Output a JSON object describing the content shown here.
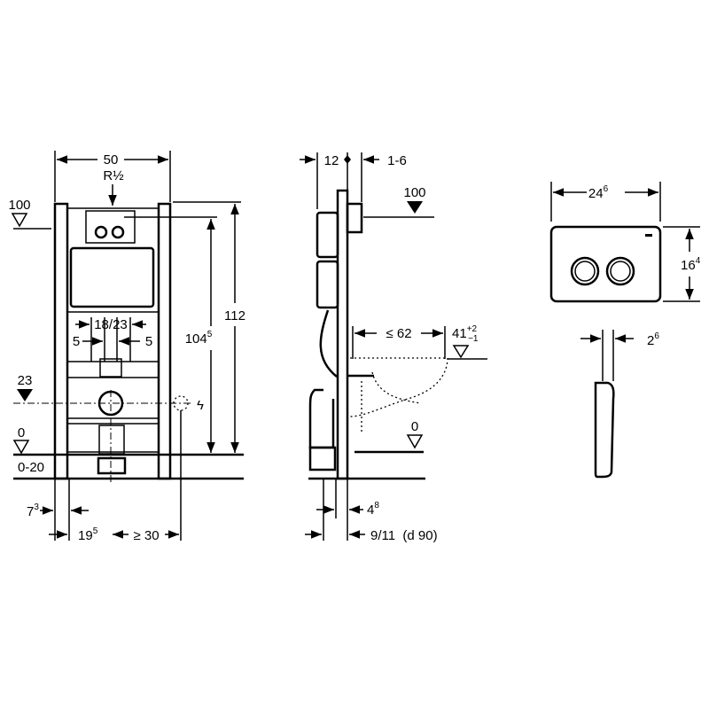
{
  "front_view": {
    "width": "50",
    "thread": "R½",
    "level_top": "100",
    "level_mid": "23",
    "level_floor": "0",
    "floor_range": "0-20",
    "height_inner": "104",
    "height_inner_sup": "5",
    "height_total": "112",
    "drain_spacing": "18/23",
    "side_left": "5",
    "side_right": "5",
    "foot_offset": "7",
    "foot_offset_sup": "3",
    "post_to_drain": "19",
    "post_to_drain_sup": "5",
    "drain_to_elec": "≥ 30"
  },
  "side_view": {
    "depth": "12",
    "wall_gap": "1-6",
    "level_top": "100",
    "bowl_projection": "≤ 62",
    "seat_height": "41",
    "seat_tol_plus": "+2",
    "seat_tol_minus": "−1",
    "level_floor": "0",
    "pipe_offset": "4",
    "pipe_offset_sup": "8",
    "pipe_spec": "9/11  (d 90)"
  },
  "flush_plate": {
    "width": "24",
    "width_sup": "6",
    "height": "16",
    "height_sup": "4",
    "thickness": "2",
    "thickness_sup": "6"
  }
}
